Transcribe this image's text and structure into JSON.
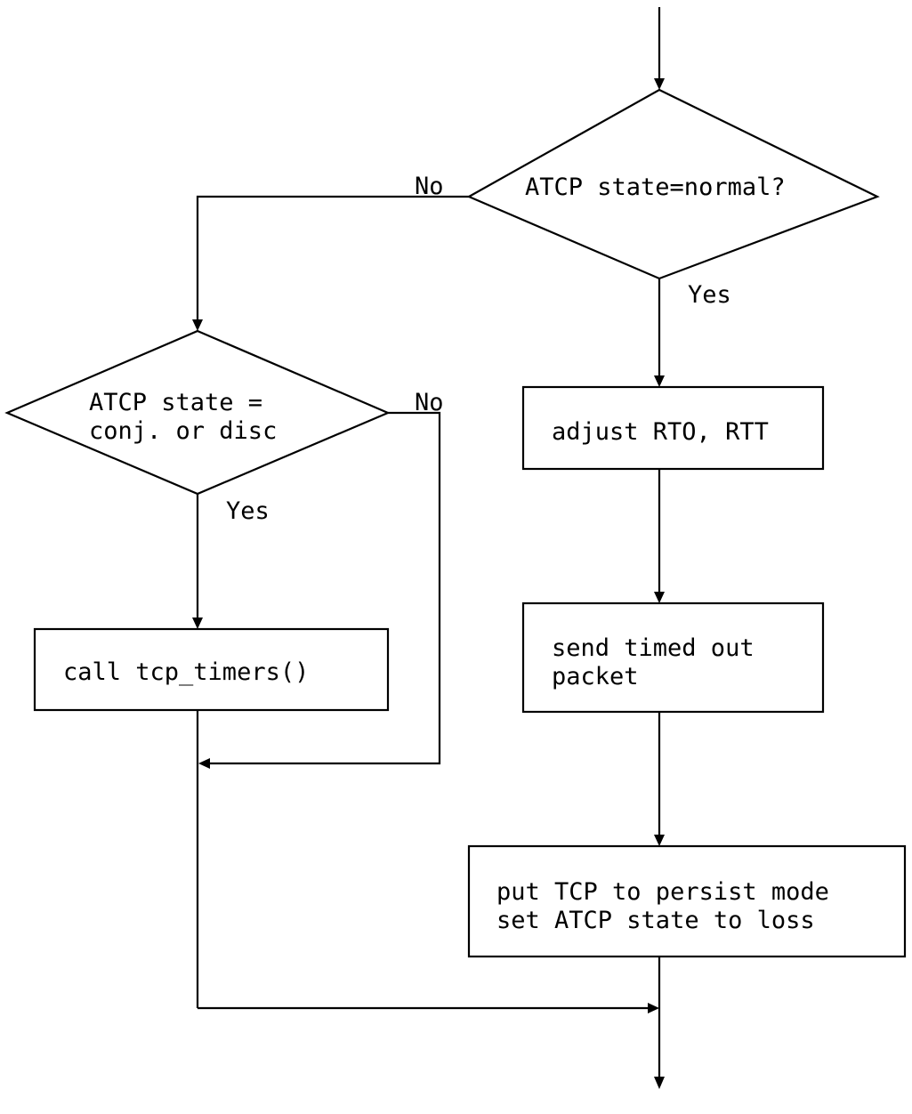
{
  "diagram": {
    "decision_normal": {
      "text": "ATCP state=normal?",
      "no_label": "No",
      "yes_label": "Yes"
    },
    "decision_conj": {
      "line1": "ATCP state =",
      "line2": "conj. or disc",
      "no_label": "No",
      "yes_label": "Yes"
    },
    "box_adjust": {
      "text": "adjust RTO, RTT"
    },
    "box_send": {
      "line1": "send timed out",
      "line2": "packet"
    },
    "box_persist": {
      "line1": "put TCP to persist mode",
      "line2": "set ATCP state to loss"
    },
    "box_call": {
      "text": "call tcp_timers()"
    }
  }
}
